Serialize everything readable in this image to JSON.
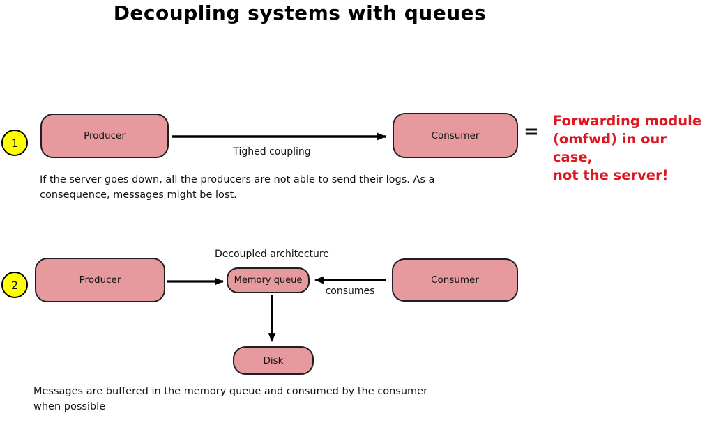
{
  "diagram": {
    "title": "Decoupling systems with queues",
    "colors": {
      "box_fill": "#e69a9d",
      "box_border": "#1f1f1f",
      "badge_fill": "#ffff00",
      "annotation_red": "#dd1620",
      "arrow_black": "#000000"
    },
    "section1": {
      "badge": "1",
      "producer_label": "Producer",
      "consumer_label": "Consumer",
      "arrow_label": "Tighed coupling",
      "equals_sign": "=",
      "annotation": "Forwarding module\n(omfwd) in our case,\nnot the server!",
      "note": "If the server goes down, all the producers are not able to send their logs. As a\nconsequence, messages might be lost."
    },
    "section2": {
      "badge": "2",
      "heading": "Decoupled architecture",
      "producer_label": "Producer",
      "queue_label": "Memory queue",
      "consumer_label": "Consumer",
      "arrow_label": "consumes",
      "disk_label": "Disk",
      "note": "Messages are buffered in the memory queue and consumed by the consumer\nwhen possible"
    }
  }
}
